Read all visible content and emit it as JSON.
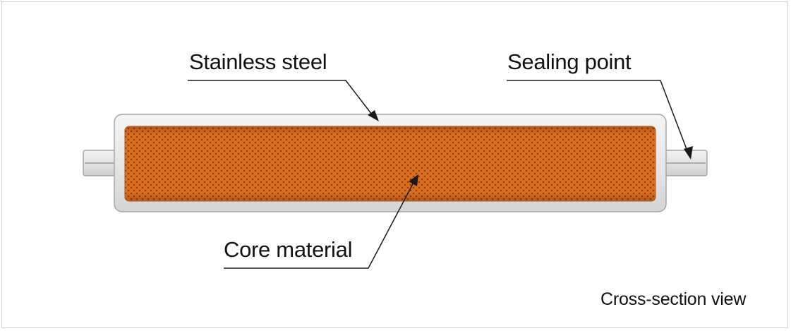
{
  "labels": {
    "stainless_steel": "Stainless steel",
    "sealing_point": "Sealing point",
    "core_material": "Core material",
    "view_caption": "Cross-section view"
  },
  "colors": {
    "steel": "#e8e8e8",
    "steel_edge": "#a6a6a6",
    "core": "#d8701c",
    "core_dots": "#9a2f14",
    "leader": "#1a1a1a"
  },
  "icons": {
    "leader_arrowhead": "triangle-arrowhead"
  }
}
